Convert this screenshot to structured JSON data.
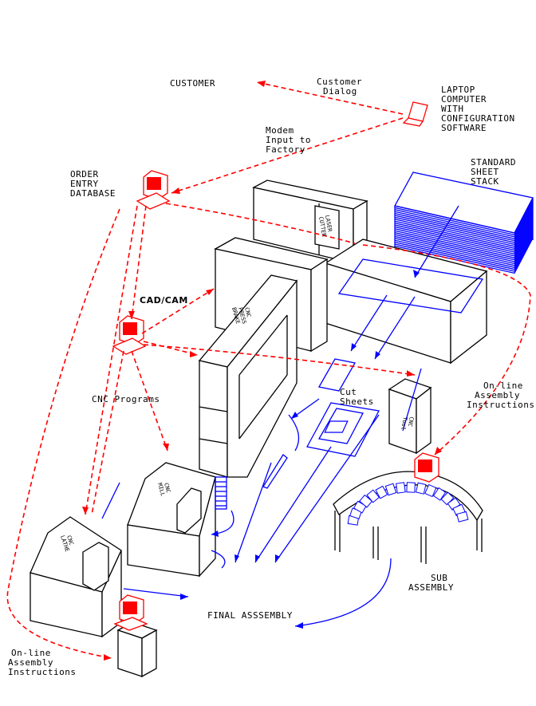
{
  "labels": {
    "customer": "CUSTOMER",
    "customer_dialog_1": "Customer",
    "customer_dialog_2": "Dialog",
    "laptop_1": "LAPTOP",
    "laptop_2": "COMPUTER",
    "laptop_3": "WITH",
    "laptop_4": "CONFIGURATION",
    "laptop_5": "SOFTWARE",
    "modem_1": "Modem",
    "modem_2": "Input to",
    "modem_3": "Factory",
    "order_1": "ORDER",
    "order_2": "ENTRY",
    "order_3": "DATABASE",
    "sheet_1": "STANDARD",
    "sheet_2": "SHEET",
    "sheet_3": "STACK",
    "laser_1": "LASER",
    "laser_2": "CUTTER",
    "cadcam": "CAD/CAM",
    "press_1": "CNC",
    "press_2": "PRESS",
    "press_3": "BRAKE",
    "cnc_programs": "CNC Programs",
    "cut_sheets_1": "Cut",
    "cut_sheets_2": "Sheets",
    "online_right_1": "On-line",
    "online_right_2": "Assembly",
    "online_right_3": "Instructions",
    "cnc_mill_1": "CNC",
    "cnc_mill_2": "MILL",
    "cnc_lathe_1": "CNC",
    "cnc_lathe_2": "LATHE",
    "cnc_left_1": "CNC",
    "cnc_left_2": "Tool",
    "sub_1": "SUB",
    "sub_2": "ASSEMBLY",
    "final": "FINAL ASSSEMBLY",
    "online_left_1": "On-line",
    "online_left_2": "Assembly",
    "online_left_3": "Instructions"
  },
  "colors": {
    "data_flow": "#ff0000",
    "material_flow": "#0000ff",
    "equipment": "#000000"
  }
}
